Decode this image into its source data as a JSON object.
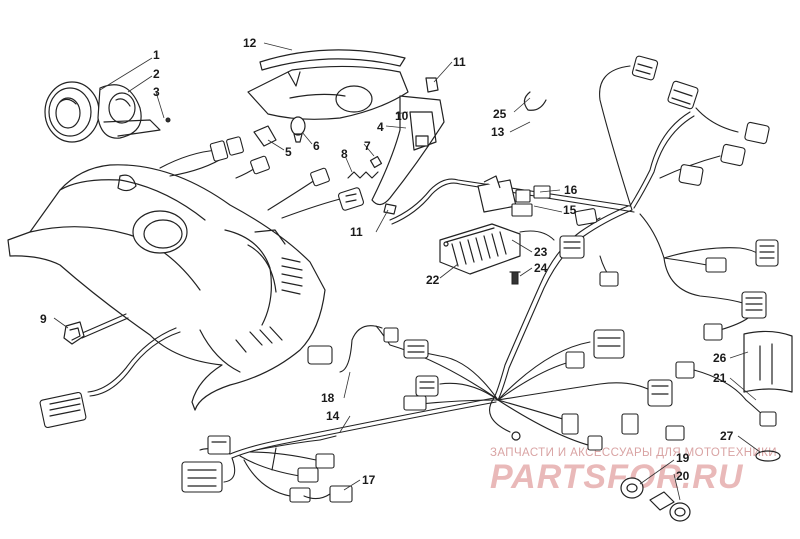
{
  "callouts": [
    {
      "id": "c1",
      "label": "1"
    },
    {
      "id": "c2",
      "label": "2"
    },
    {
      "id": "c3",
      "label": "3"
    },
    {
      "id": "c4",
      "label": "4"
    },
    {
      "id": "c5",
      "label": "5"
    },
    {
      "id": "c6",
      "label": "6"
    },
    {
      "id": "c7",
      "label": "7"
    },
    {
      "id": "c8",
      "label": "8"
    },
    {
      "id": "c9",
      "label": "9"
    },
    {
      "id": "c10",
      "label": "10"
    },
    {
      "id": "c11a",
      "label": "11"
    },
    {
      "id": "c11b",
      "label": "11"
    },
    {
      "id": "c12",
      "label": "12"
    },
    {
      "id": "c13",
      "label": "13"
    },
    {
      "id": "c14",
      "label": "14"
    },
    {
      "id": "c15",
      "label": "15"
    },
    {
      "id": "c16",
      "label": "16"
    },
    {
      "id": "c17",
      "label": "17"
    },
    {
      "id": "c18",
      "label": "18"
    },
    {
      "id": "c19",
      "label": "19"
    },
    {
      "id": "c20",
      "label": "20"
    },
    {
      "id": "c21",
      "label": "21"
    },
    {
      "id": "c22",
      "label": "22"
    },
    {
      "id": "c23",
      "label": "23"
    },
    {
      "id": "c24",
      "label": "24"
    },
    {
      "id": "c25",
      "label": "25"
    },
    {
      "id": "c26",
      "label": "26"
    },
    {
      "id": "c27",
      "label": "27"
    }
  ],
  "watermark": {
    "tagline": "ЗАПЧАСТИ И АКСЕССУАРЫ ДЛЯ МОТОТЕХНИКИ",
    "brand": "PARTSFOR.RU",
    "color": "#e9b9b9"
  }
}
